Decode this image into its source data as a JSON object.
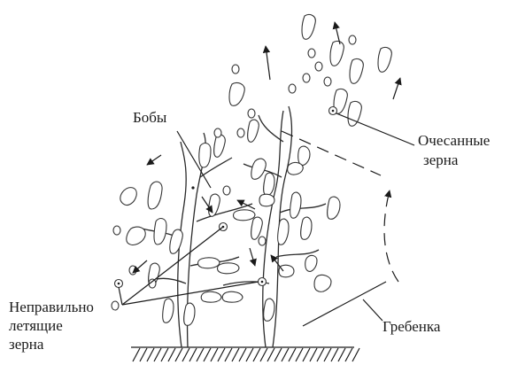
{
  "labels": {
    "beans": "Бобы",
    "combed_line1": "Очесанные",
    "combed_line2": "зерна",
    "misflying_line1": "Неправильно",
    "misflying_line2": "летящие",
    "misflying_line3": "зерна",
    "comb": "Гребенка"
  },
  "colors": {
    "ink": "#1a1a1a",
    "background": "#ffffff"
  }
}
